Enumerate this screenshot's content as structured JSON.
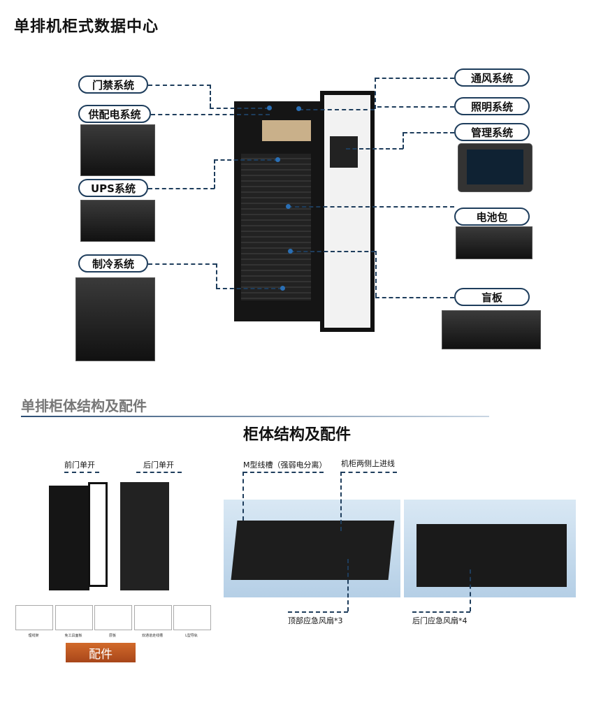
{
  "title": "单排机柜式数据中心",
  "left_labels": [
    "门禁系统",
    "供配电系统",
    "UPS系统",
    "制冷系统"
  ],
  "right_labels": [
    "通风系统",
    "照明系统",
    "管理系统",
    "电池包",
    "盲板"
  ],
  "section_heading": "单排柜体结构及配件",
  "subheading": "柜体结构及配件",
  "cabinet_labels": {
    "front": "前门单开",
    "rear": "后门单开"
  },
  "structure_labels": {
    "trough": "M型线槽（强弱电分离）",
    "side_entry": "机柜两侧上进线",
    "top_fan": "顶部应急风扇*3",
    "rear_fan": "后门应急风扇*4"
  },
  "accessories": [
    "理线架",
    "免工具面板",
    "层板",
    "双通道走线槽",
    "L型导轨"
  ],
  "accessory_button": "配件",
  "colors": {
    "line": "#1e3d5c",
    "accent": "#c15a22"
  }
}
